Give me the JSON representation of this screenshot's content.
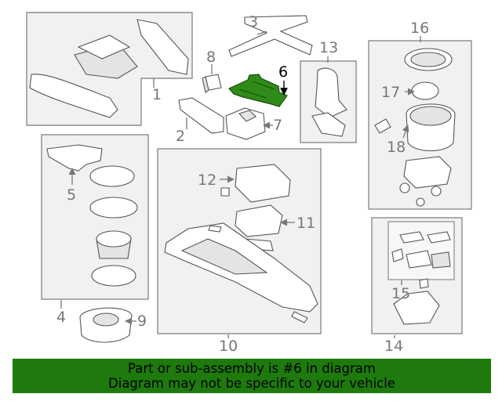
{
  "diagram": {
    "highlight_color": "#2f8b17",
    "callouts": {
      "c1": "1",
      "c2": "2",
      "c3": "3",
      "c4": "4",
      "c5": "5",
      "c6": "6",
      "c7": "7",
      "c8": "8",
      "c9": "9",
      "c10": "10",
      "c11": "11",
      "c12": "12",
      "c13": "13",
      "c14": "14",
      "c15": "15",
      "c16": "16",
      "c17": "17",
      "c18": "18"
    }
  },
  "banner": {
    "line1": "Part or sub-assembly is #6 in diagram",
    "line2": "Diagram may not be specific to your vehicle",
    "color": "#1e7a0d"
  }
}
